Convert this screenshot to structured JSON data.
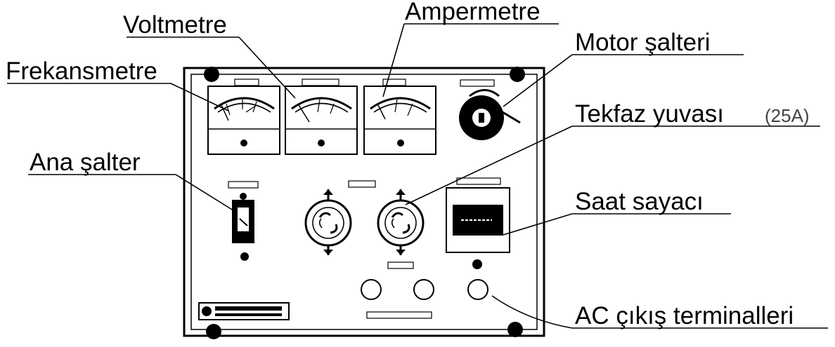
{
  "diagram": {
    "labels": {
      "frekansmetre": "Frekansmetre",
      "voltmetre": "Voltmetre",
      "ampermetre": "Ampermetre",
      "motor_salteri": "Motor şalteri",
      "tekfaz_yuvasi": "Tekfaz yuvası",
      "tekfaz_rating": "(25A)",
      "ana_salter": "Ana şalter",
      "saat_sayaci": "Saat sayacı",
      "ac_cikis": "AC çıkış terminalleri"
    },
    "colors": {
      "ink": "#000000",
      "background": "#ffffff",
      "rating_text": "#444444"
    }
  }
}
